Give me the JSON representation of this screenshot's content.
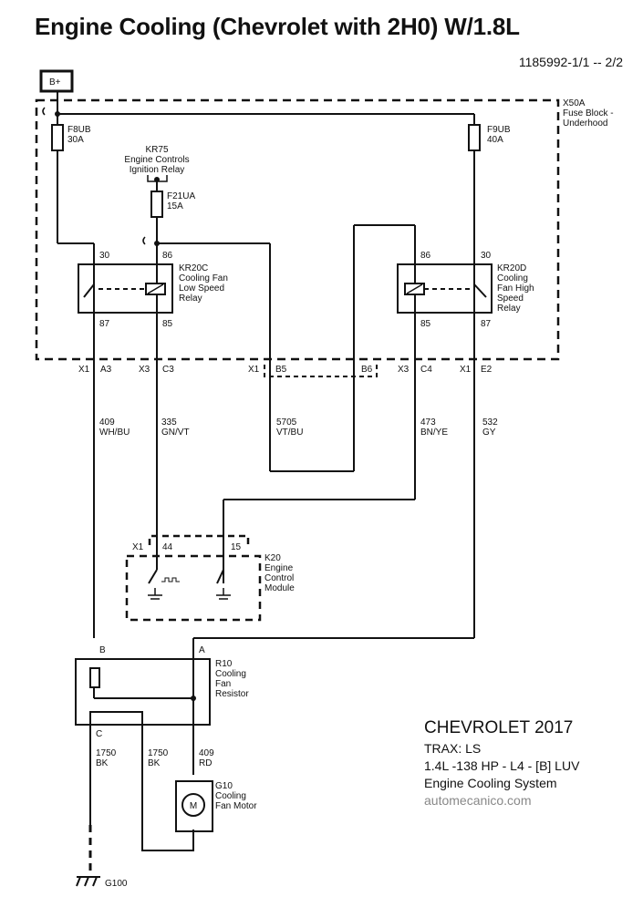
{
  "header": {
    "title": "Engine Cooling (Chevrolet with 2H0) W/1.8L",
    "doc_number": "1185992-1/1 -- 2/2"
  },
  "power_source": {
    "label": "B+"
  },
  "fuse_block": {
    "id": "X50A",
    "name_line1": "Fuse Block -",
    "name_line2": "Underhood"
  },
  "fuses": [
    {
      "id": "F8UB",
      "rating": "30A"
    },
    {
      "id": "F9UB",
      "rating": "40A"
    },
    {
      "id": "F21UA",
      "rating": "15A"
    }
  ],
  "ignition_relay": {
    "id": "KR75",
    "line1": "Engine Controls",
    "line2": "Ignition Relay"
  },
  "relays": [
    {
      "id": "KR20C",
      "lines": [
        "Cooling Fan",
        "Low Speed",
        "Relay"
      ],
      "pins": {
        "top_left": "30",
        "top_right": "86",
        "bottom_left": "87",
        "bottom_right": "85"
      }
    },
    {
      "id": "KR20D",
      "lines": [
        "Cooling",
        "Fan High",
        "Speed",
        "Relay"
      ],
      "pins": {
        "top_left": "86",
        "top_right": "30",
        "bottom_left": "85",
        "bottom_right": "87"
      }
    }
  ],
  "connectors": [
    {
      "conn": "X1",
      "pin": "A3"
    },
    {
      "conn": "X3",
      "pin": "C3"
    },
    {
      "conn": "X1",
      "pin": "B5"
    },
    {
      "conn": "",
      "pin": "B6"
    },
    {
      "conn": "X3",
      "pin": "C4"
    },
    {
      "conn": "X1",
      "pin": "E2"
    }
  ],
  "wires": [
    {
      "circuit": "409",
      "color": "WH/BU"
    },
    {
      "circuit": "335",
      "color": "GN/VT"
    },
    {
      "circuit": "5705",
      "color": "VT/BU"
    },
    {
      "circuit": "473",
      "color": "BN/YE"
    },
    {
      "circuit": "532",
      "color": "GY"
    }
  ],
  "ecm": {
    "id": "K20",
    "lines": [
      "Engine",
      "Control",
      "Module"
    ],
    "connector": "X1",
    "pins": [
      "44",
      "15"
    ]
  },
  "resistor": {
    "id": "R10",
    "lines": [
      "Cooling",
      "Fan",
      "Resistor"
    ],
    "pins": {
      "b": "B",
      "a": "A",
      "c": "C"
    }
  },
  "lower_wires": [
    {
      "circuit": "1750",
      "color": "BK"
    },
    {
      "circuit": "1750",
      "color": "BK"
    },
    {
      "circuit": "409",
      "color": "RD"
    }
  ],
  "motor": {
    "id": "G10",
    "lines": [
      "Cooling",
      "Fan Motor"
    ],
    "symbol": "M"
  },
  "ground": {
    "id": "G100"
  },
  "vehicle_info": {
    "brand": "CHEVROLET 2017",
    "model": "TRAX: LS",
    "engine": "1.4L -138 HP - L4 - [B] LUV",
    "system": "Engine Cooling System",
    "website": "automecanico.com"
  }
}
